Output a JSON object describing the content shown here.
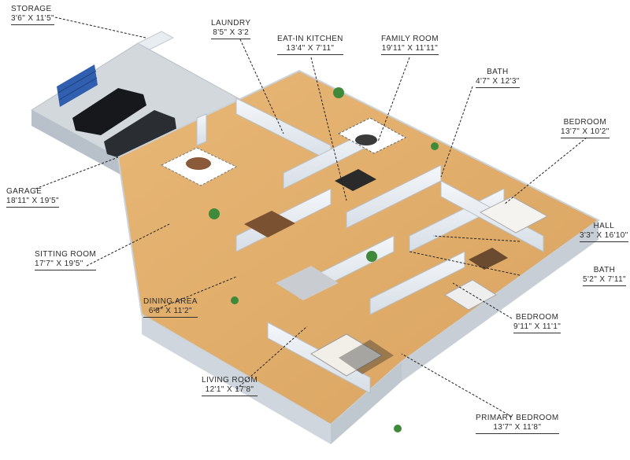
{
  "rooms": [
    {
      "key": "storage",
      "name": "STORAGE",
      "dims": "3'6\" X 11'5\""
    },
    {
      "key": "laundry",
      "name": "LAUNDRY",
      "dims": "8'5\" X 3'2"
    },
    {
      "key": "eat_in_kitchen",
      "name": "EAT-IN KITCHEN",
      "dims": "13'4\" X 7'11\""
    },
    {
      "key": "family_room",
      "name": "FAMILY ROOM",
      "dims": "19'11\" X 11'11\""
    },
    {
      "key": "bath_top",
      "name": "BATH",
      "dims": "4'7\" X 12'3\""
    },
    {
      "key": "bedroom_top",
      "name": "BEDROOM",
      "dims": "13'7\" X 10'2\""
    },
    {
      "key": "garage",
      "name": "GARAGE",
      "dims": "18'11\" X 19'5\""
    },
    {
      "key": "hall",
      "name": "HALL",
      "dims": "3'3\" X 16'10\""
    },
    {
      "key": "sitting_room",
      "name": "SITTING ROOM",
      "dims": "17'7\" X 19'5\""
    },
    {
      "key": "bath_mid",
      "name": "BATH",
      "dims": "5'2\" X 7'11\""
    },
    {
      "key": "dining_area",
      "name": "DINING AREA",
      "dims": "6'8\" X 11'2\""
    },
    {
      "key": "bedroom_mid",
      "name": "BEDROOM",
      "dims": "9'11\" X 11'1\""
    },
    {
      "key": "living_room",
      "name": "LIVING ROOM",
      "dims": "12'1\" X 17'8\""
    },
    {
      "key": "primary_bedroom",
      "name": "PRIMARY BEDROOM",
      "dims": "13'7\" X 11'8\""
    }
  ]
}
